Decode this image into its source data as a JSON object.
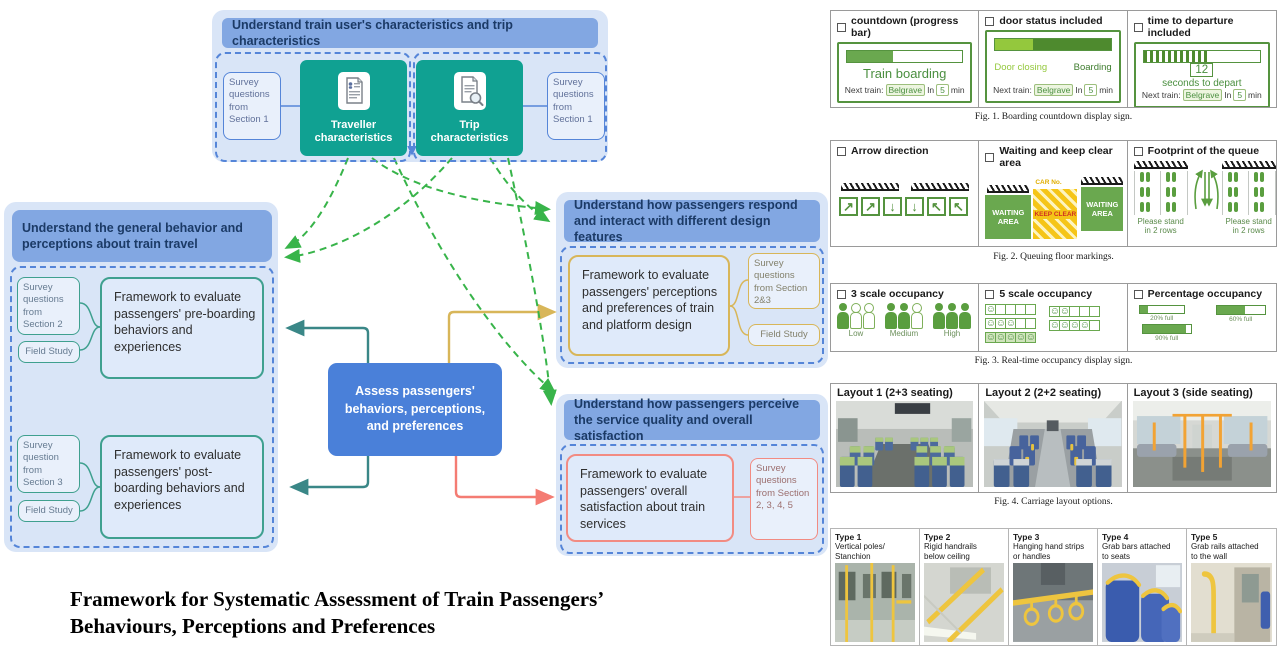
{
  "title": {
    "text": "Framework for Systematic Assessment of Train Passengers’\nBehaviours, Perceptions and Preferences"
  },
  "flowchart": {
    "top": {
      "header": "Understand train user's characteristics and trip characteristics",
      "survey_left": "Survey questions from Section 1",
      "traveller": "Traveller characteristics",
      "trip": "Trip characteristics",
      "survey_right": "Survey questions from Section 1"
    },
    "general": {
      "header": "Understand the general behavior and perceptions about train travel",
      "pre_survey": "Survey questions from Section 2",
      "pre_field": "Field Study",
      "pre_framework": "Framework to evaluate passengers' pre-boarding behaviors and experiences",
      "post_survey": "Survey question from Section 3",
      "post_field": "Field Study",
      "post_framework": "Framework to evaluate passengers' post-boarding behaviors and experiences"
    },
    "center": "Assess passengers' behaviors, perceptions, and preferences",
    "design": {
      "header": "Understand how passengers respond and interact with different design features",
      "framework": "Framework to evaluate passengers' perceptions and preferences of train and platform design",
      "survey": "Survey questions from Section 2&3",
      "field": "Field Study"
    },
    "satisfaction": {
      "header": "Understand how passengers perceive the service quality and overall satisfaction",
      "framework": "Framework to evaluate passengers' overall satisfaction about train services",
      "survey": "Survey questions from Section 2, 3, 4, 5"
    }
  },
  "fig1": {
    "caption": "Fig. 1. Boarding countdown display sign.",
    "next_train": {
      "label": "Next train:",
      "station": "Belgrave",
      "in_word": "In",
      "minutes": "5",
      "min_word": "min"
    },
    "panels": [
      {
        "label": "countdown (progress bar)",
        "title": "Train boarding"
      },
      {
        "label": "door status included",
        "left": "Door closing",
        "right": "Boarding"
      },
      {
        "label": "time to departure included",
        "value": "12",
        "unit": "seconds to depart"
      }
    ]
  },
  "fig2": {
    "caption": "Fig. 2. Queuing floor markings.",
    "panels": [
      {
        "label": "Arrow direction"
      },
      {
        "label": "Waiting and keep clear area",
        "waiting": "WAITING\nAREA",
        "keep_clear": "KEEP CLEAR",
        "car_no": "CAR No."
      },
      {
        "label": "Footprint of the queue",
        "stand": "Please stand\nin 2 rows"
      }
    ]
  },
  "fig3": {
    "caption": "Fig. 3. Real-time occupancy display sign.",
    "panels": [
      {
        "label": "3 scale occupancy",
        "levels": [
          "Low",
          "Medium",
          "High"
        ]
      },
      {
        "label": "5 scale occupancy",
        "fills_left": [
          1,
          3,
          5
        ],
        "fills_right": [
          2,
          4
        ]
      },
      {
        "label": "Percentage occupancy",
        "bars": [
          "20% full",
          "90% full",
          "60% full"
        ],
        "percents": [
          20,
          90,
          60
        ]
      }
    ]
  },
  "fig4": {
    "caption": "Fig. 4. Carriage layout options.",
    "layouts": [
      "Layout 1 (2+3 seating)",
      "Layout 2 (2+2 seating)",
      "Layout 3 (side seating)"
    ]
  },
  "types": [
    {
      "title": "Type 1",
      "desc": "Vertical poles/\nStanchion"
    },
    {
      "title": "Type 2",
      "desc": "Rigid handrails\nbelow ceiling"
    },
    {
      "title": "Type 3",
      "desc": "Hanging hand strips\nor handles"
    },
    {
      "title": "Type 4",
      "desc": "Grab bars attached\nto seats"
    },
    {
      "title": "Type 5",
      "desc": "Grab rails attached\nto the wall"
    }
  ]
}
